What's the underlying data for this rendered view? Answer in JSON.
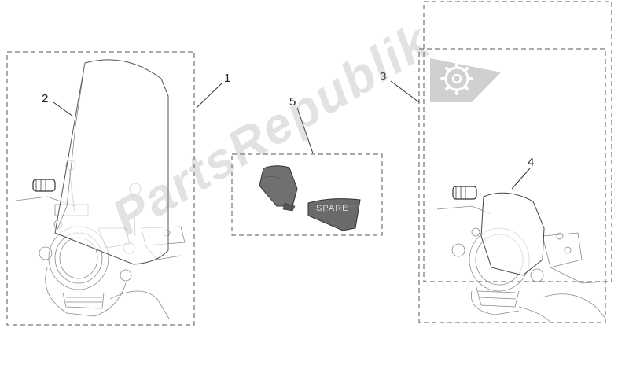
{
  "callouts": {
    "c1": "1",
    "c2": "2",
    "c3": "3",
    "c4": "4",
    "c5": "5"
  },
  "watermark": {
    "text": "PartsRepublik"
  },
  "sticker_text": "SPARE",
  "colors": {
    "line": "#3a3a3a",
    "dashed_box": "#555555",
    "part_fill": "#6b6b6b",
    "watermark": "#9a9a9a"
  }
}
